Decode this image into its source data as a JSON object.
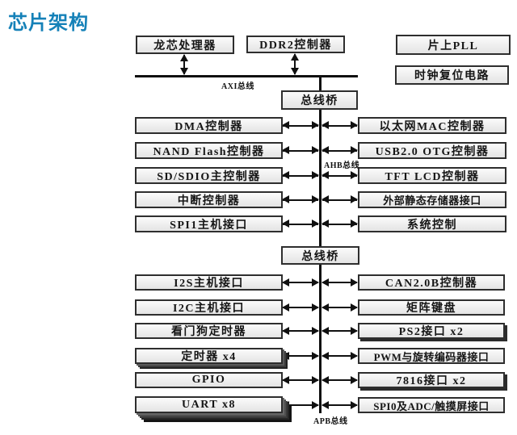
{
  "page": {
    "title": "芯片架构"
  },
  "colors": {
    "title_blue": "#1581b8",
    "box_border": "#2e2e2e",
    "box_fill": "#ededed",
    "line_black": "#101010"
  },
  "diagram": {
    "top_boxes": {
      "cpu": "龙芯处理器",
      "ddr2": "DDR2控制器",
      "pll": "片上PLL",
      "clock_reset": "时钟复位电路"
    },
    "bridges": {
      "bridge1": "总线桥",
      "bridge2": "总线桥"
    },
    "bus_labels": {
      "axi": "AXI总线",
      "ahb": "AHB总线",
      "apb": "APB总线"
    },
    "ahb_left": [
      {
        "label": "DMA控制器"
      },
      {
        "label": "NAND Flash控制器"
      },
      {
        "label": "SD/SDIO主控制器"
      },
      {
        "label": "中断控制器"
      },
      {
        "label": "SPI1主机接口"
      }
    ],
    "ahb_right": [
      {
        "label": "以太网MAC控制器"
      },
      {
        "label": "USB2.0 OTG控制器"
      },
      {
        "label": "TFT LCD控制器"
      },
      {
        "label": "外部静态存储器接口"
      },
      {
        "label": "系统控制"
      }
    ],
    "apb_left": [
      {
        "label": "I2S主机接口"
      },
      {
        "label": "I2C主机接口"
      },
      {
        "label": "看门狗定时器"
      },
      {
        "label": "定时器 x4"
      },
      {
        "label": "GPIO"
      },
      {
        "label": "UART x8"
      }
    ],
    "apb_right": [
      {
        "label": "CAN2.0B控制器"
      },
      {
        "label": "矩阵键盘"
      },
      {
        "label": "PS2接口 x2"
      },
      {
        "label": "PWM与旋转编码器接口"
      },
      {
        "label": "7816接口 x2"
      },
      {
        "label": "SPI0及ADC/触摸屏接口"
      }
    ]
  }
}
